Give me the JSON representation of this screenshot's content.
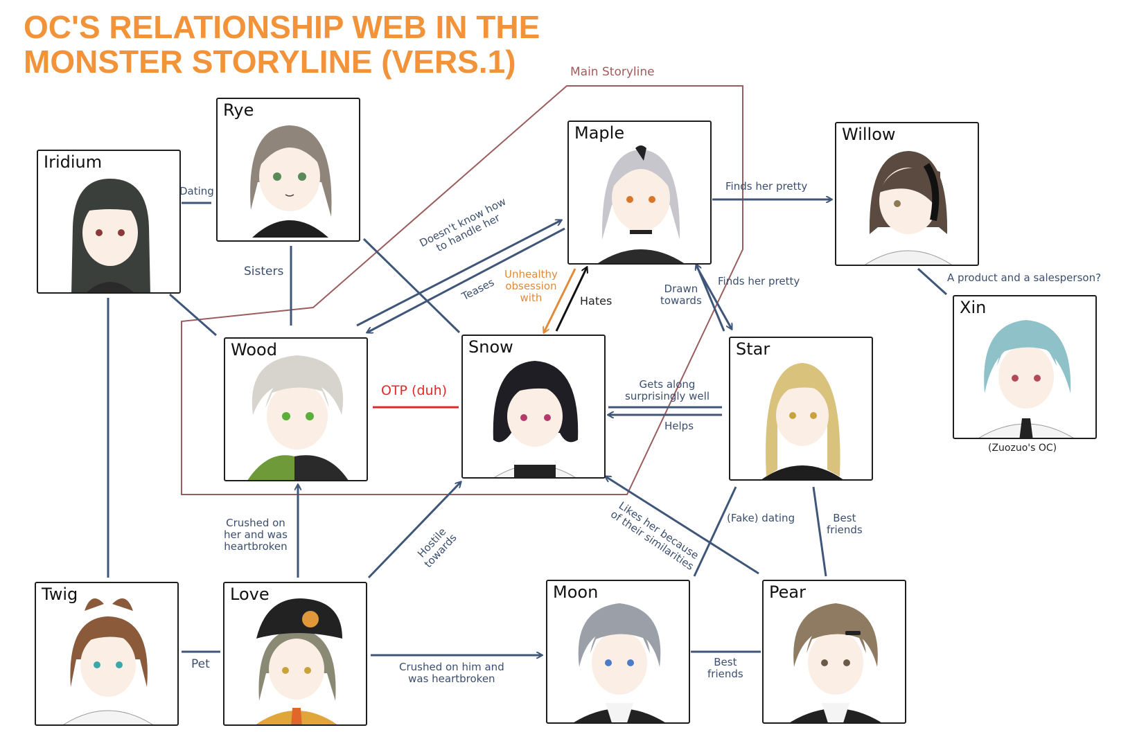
{
  "title": {
    "line1": "OC'S RELATIONSHIP WEB IN THE",
    "line2": "MONSTER STORYLINE (VERS.1)"
  },
  "colors": {
    "title": "#f2933a",
    "link": "#3f5679",
    "otp": "#e02a2a",
    "obsession": "#e08a3a",
    "storyline": "#9a5c5c"
  },
  "characters": {
    "rye": "Rye",
    "iridium": "Iridium",
    "maple": "Maple",
    "willow": "Willow",
    "wood": "Wood",
    "snow": "Snow",
    "star": "Star",
    "xin": "Xin",
    "twig": "Twig",
    "love": "Love",
    "moon": "Moon",
    "pear": "Pear"
  },
  "labels": {
    "main_storyline": "Main Storyline",
    "dating": "Dating",
    "sisters": "Sisters",
    "doesnt_know_1": "Doesn't know how",
    "doesnt_know_2": "to handle her",
    "teases": "Teases",
    "unhealthy_1": "Unhealthy",
    "unhealthy_2": "obsession",
    "unhealthy_3": "with",
    "hates": "Hates",
    "drawn_1": "Drawn",
    "drawn_2": "towards",
    "finds_pretty_1": "Finds her pretty",
    "finds_pretty_2": "Finds her pretty",
    "product": "A product and a salesperson?",
    "zuozuo": "(Zuozuo's OC)",
    "otp": "OTP (duh)",
    "gets_along_1": "Gets along",
    "gets_along_2": "surprisingly well",
    "helps": "Helps",
    "crushed_wood_1": "Crushed on",
    "crushed_wood_2": "her and was",
    "crushed_wood_3": "heartbroken",
    "hostile_1": "Hostile",
    "hostile_2": "towards",
    "likes_1": "Likes her because",
    "likes_2": "of their similarities",
    "fake_dating": "(Fake) dating",
    "best_friends_a_1": "Best",
    "best_friends_a_2": "friends",
    "pet": "Pet",
    "crushed_moon_1": "Crushed on him and",
    "crushed_moon_2": "was heartbroken",
    "best_friends_b_1": "Best",
    "best_friends_b_2": "friends"
  }
}
